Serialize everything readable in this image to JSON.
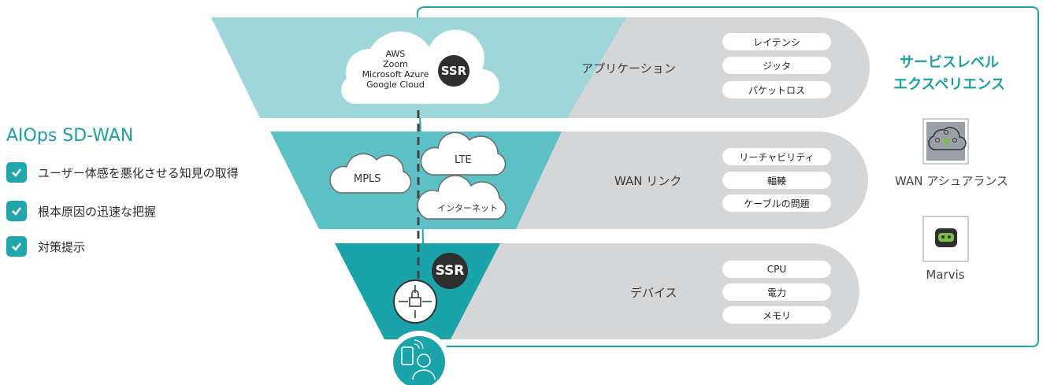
{
  "left": {
    "title": "AIOps  SD-WAN",
    "items": [
      "ユーザー体感を悪化させる知見の取得",
      "根本原因の迅速な把握",
      "対策提示"
    ]
  },
  "layers": {
    "cloud": {
      "names": [
        "AWS",
        "Zoom",
        "Microsoft Azure",
        "Google Cloud"
      ],
      "badge": "SSR",
      "category": "アプリケーション",
      "metrics": [
        "レイテンシ",
        "ジッタ",
        "パケットロス"
      ]
    },
    "wan": {
      "mpls": "MPLS",
      "lte": "LTE",
      "internet": "インターネット",
      "category": "WAN リンク",
      "metrics": [
        "リーチャビリティ",
        "輻輳",
        "ケーブルの問題"
      ]
    },
    "device": {
      "badge": "SSR",
      "category": "デバイス",
      "metrics": [
        "CPU",
        "電力",
        "メモリ"
      ]
    }
  },
  "right": {
    "title_line1": "サービスレベル",
    "title_line2": "エクスペリエンス",
    "wan_assurance": "WAN アシュアランス",
    "marvis": "Marvis"
  },
  "colors": {
    "teal_dark": "#1aa3a8",
    "teal_mid": "#5cc0c6",
    "teal_light": "#9fd6d9",
    "gray_band": "#d5d6d8",
    "accent": "#1a9fa3"
  }
}
